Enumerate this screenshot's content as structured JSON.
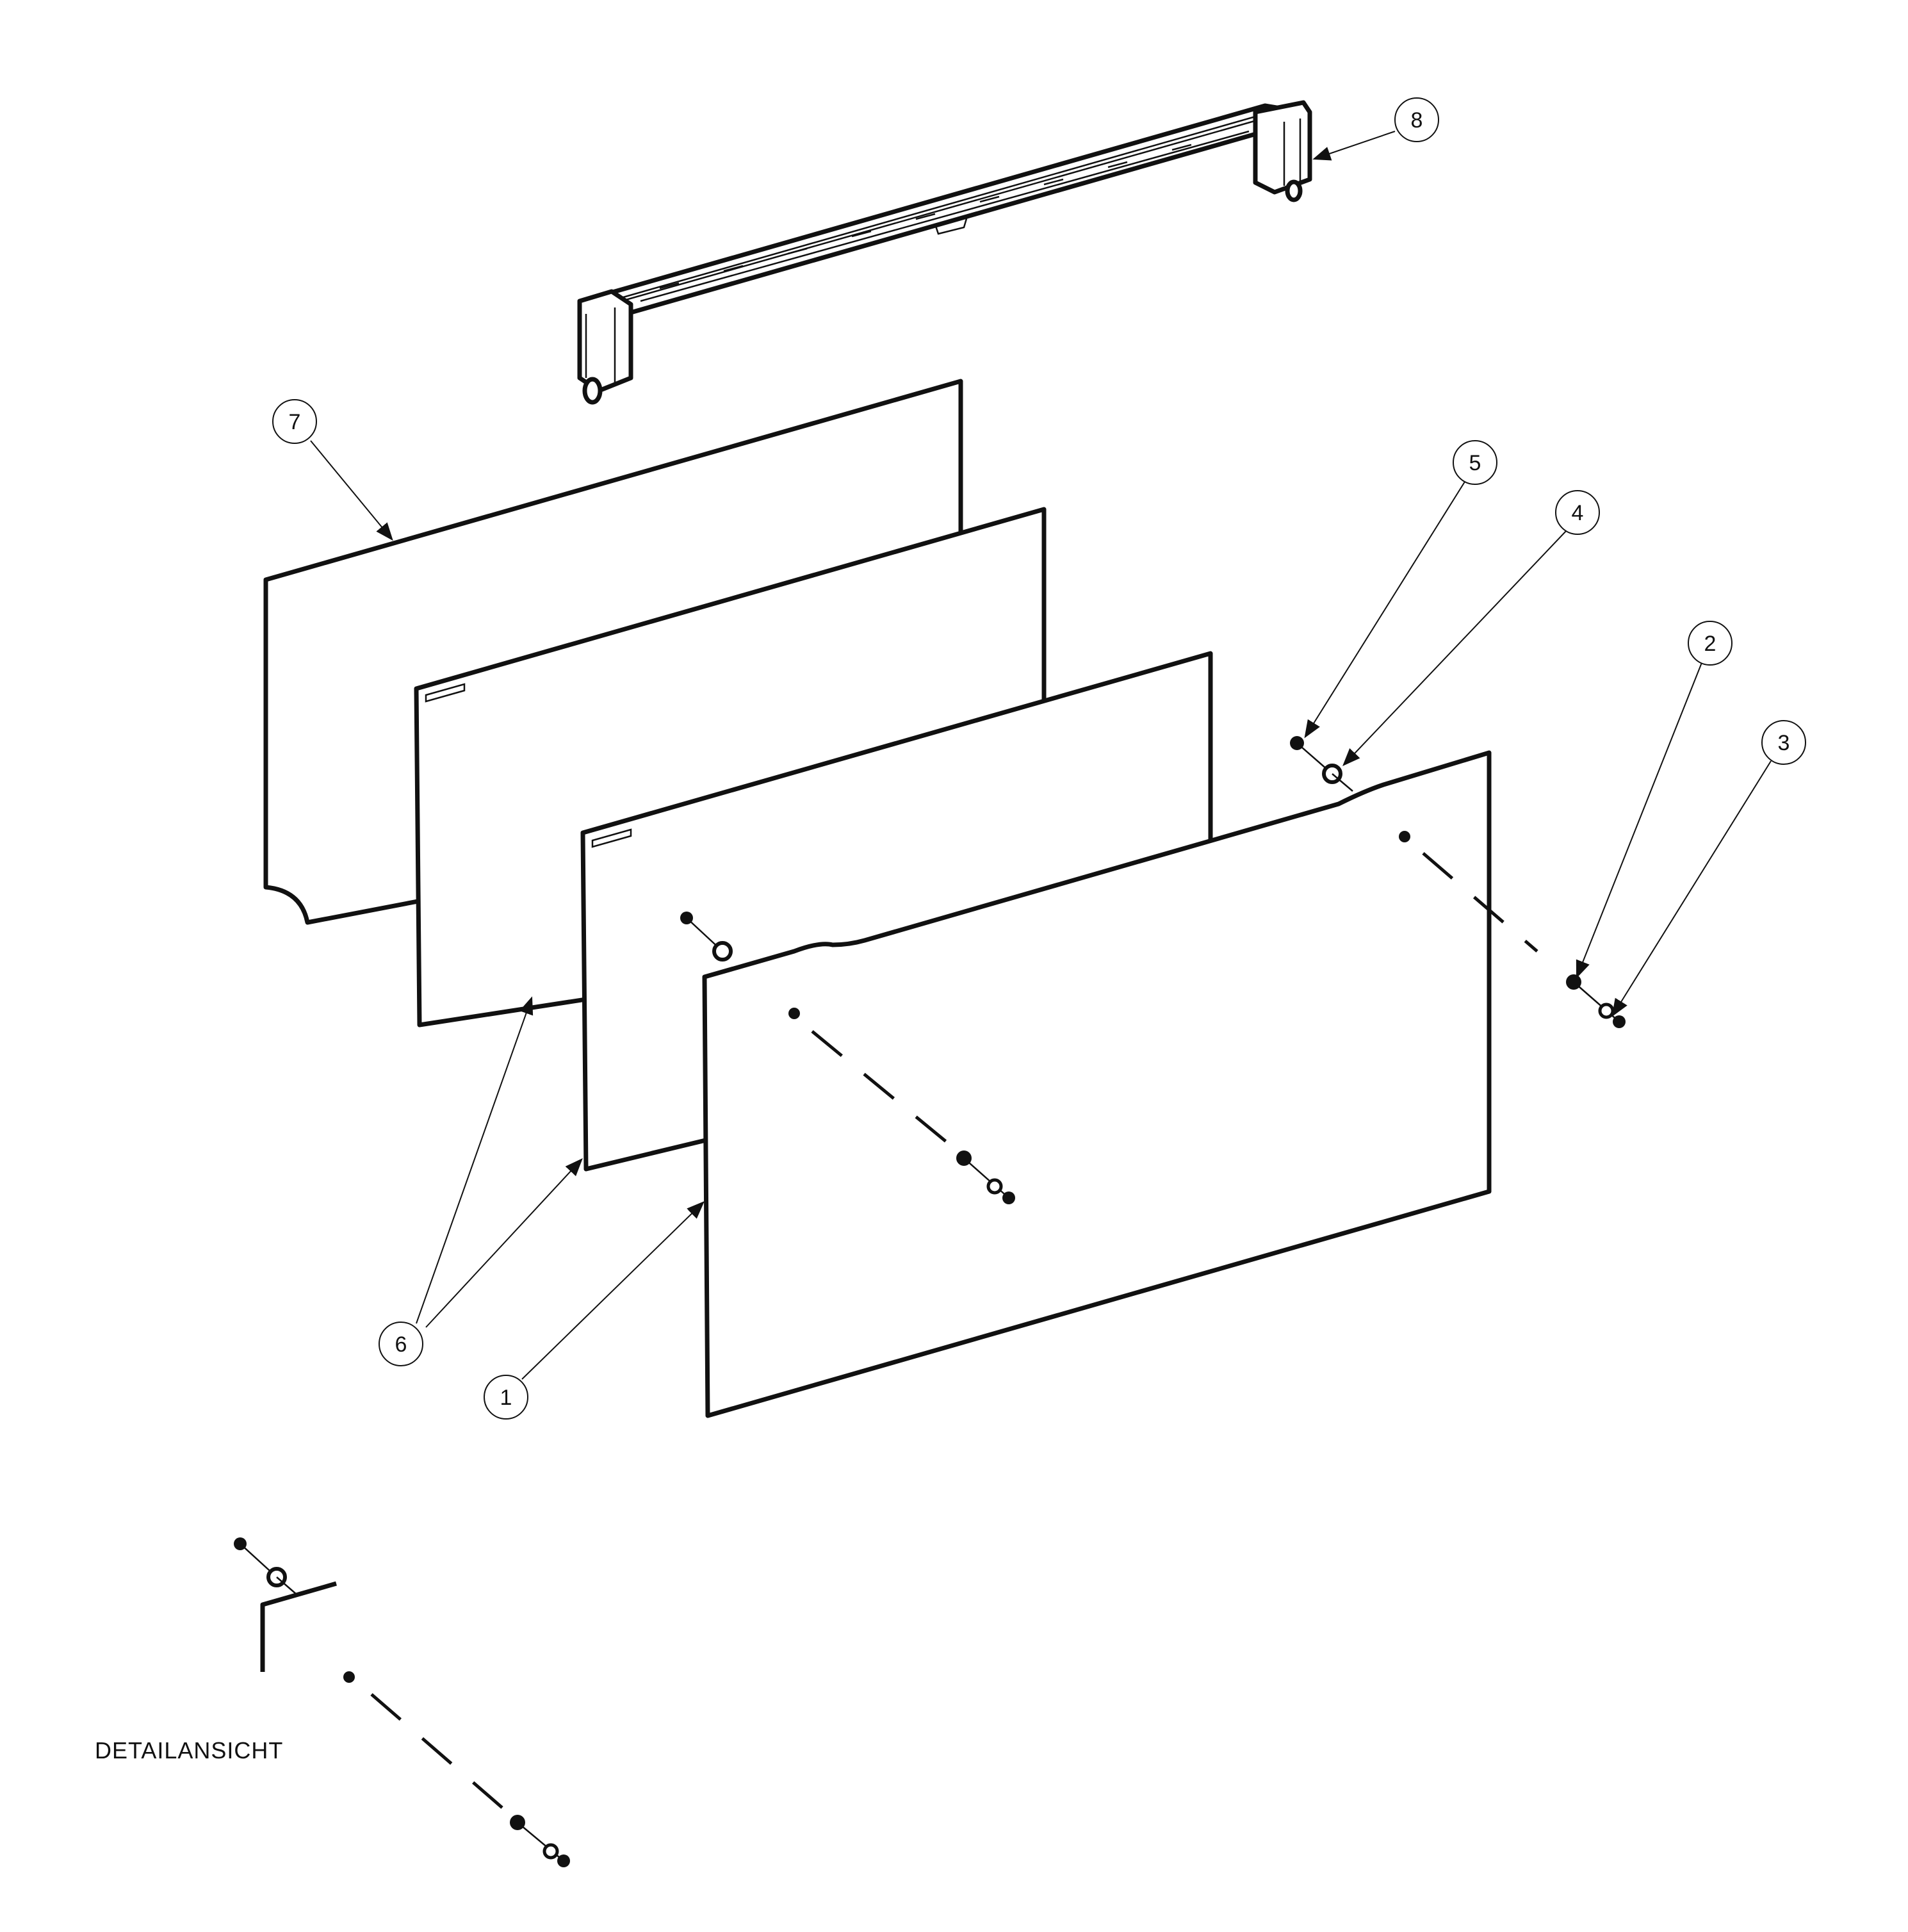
{
  "callouts": [
    {
      "id": "1",
      "label": "1"
    },
    {
      "id": "2",
      "label": "2"
    },
    {
      "id": "3",
      "label": "3"
    },
    {
      "id": "4",
      "label": "4"
    },
    {
      "id": "5",
      "label": "5"
    },
    {
      "id": "6",
      "label": "6"
    },
    {
      "id": "7",
      "label": "7"
    },
    {
      "id": "8",
      "label": "8"
    }
  ],
  "detail_caption": "DETAILANSICHT"
}
